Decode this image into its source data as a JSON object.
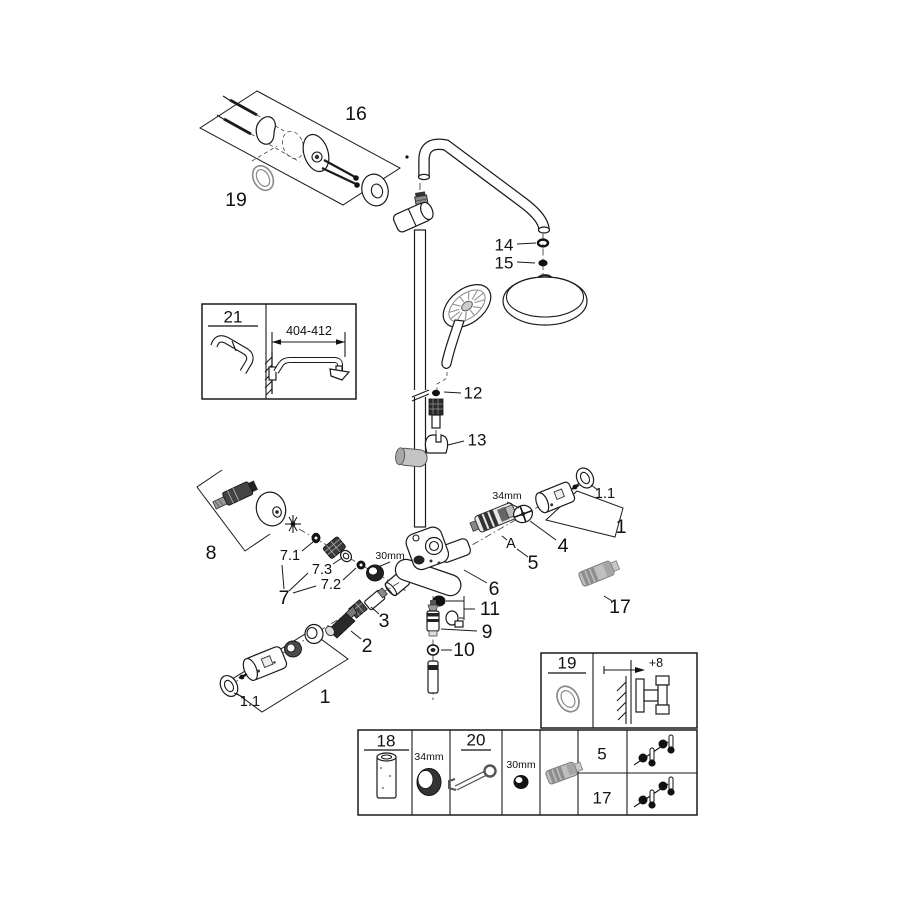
{
  "window": {
    "background": "#ffffff",
    "line_color": "#1a1a1a",
    "muted_gray": "#bfbfbf"
  },
  "callouts": {
    "part16": "16",
    "part19_wall": "19",
    "part14": "14",
    "part15": "15",
    "part12": "12",
    "part13": "13",
    "part8": "8",
    "part7": "7",
    "part7_1": "7.1",
    "part7_3": "7.3",
    "part7_2": "7.2",
    "part3": "3",
    "part2": "2",
    "part1_left": "1",
    "part1_1_left": "1.1",
    "part1_right": "1",
    "part1_1_right": "1.1",
    "part4": "4",
    "part5": "5",
    "part6": "6",
    "part9": "9",
    "part10": "10",
    "part11": "11",
    "part17": "17",
    "letter_a": "A",
    "dim_34mm": "34mm",
    "dim_30mm": "30mm"
  },
  "inset21": {
    "number": "21",
    "dimension": "404-412"
  },
  "inset19": {
    "number": "19",
    "dimension": "+8"
  },
  "tool_table": {
    "cell18": "18",
    "cell34mm": "34mm",
    "cell20": "20",
    "cell30mm": "30mm",
    "row5": "5",
    "row17": "17"
  }
}
